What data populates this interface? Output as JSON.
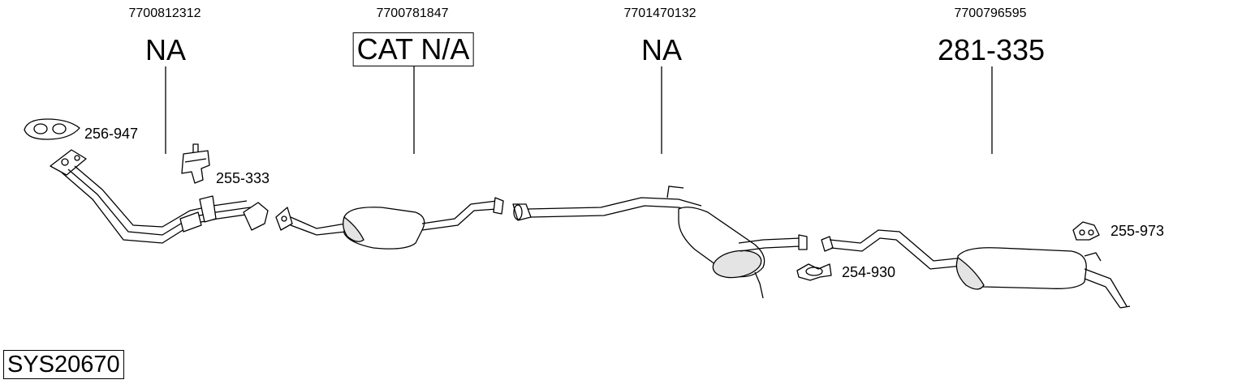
{
  "system_code": "SYS20670",
  "columns": [
    {
      "oem": "7700812312",
      "label": "NA",
      "boxed": false
    },
    {
      "oem": "7700781847",
      "label": "CAT N/A",
      "boxed": true
    },
    {
      "oem": "7701470132",
      "label": "NA",
      "boxed": false
    },
    {
      "oem": "7700796595",
      "label": "281-335",
      "boxed": false
    }
  ],
  "accessories": [
    {
      "code": "256-947",
      "icon": "gasket-icon"
    },
    {
      "code": "255-333",
      "icon": "rubber-mount-icon"
    },
    {
      "code": "254-930",
      "icon": "clamp-icon"
    },
    {
      "code": "255-973",
      "icon": "hanger-icon"
    }
  ]
}
